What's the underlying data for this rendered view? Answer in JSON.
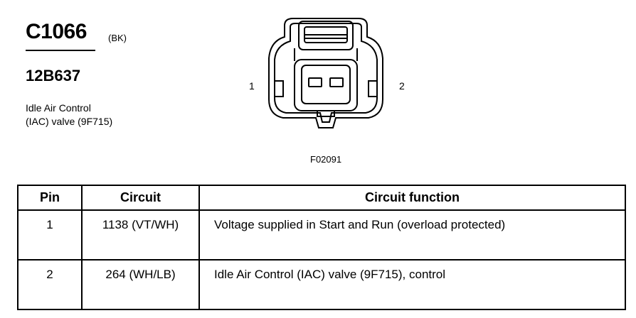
{
  "connector": {
    "code": "C1066",
    "color": "(BK)",
    "part_number": "12B637",
    "description_lines": [
      "Idle Air Control",
      "(IAC) valve (9F715)"
    ],
    "pin_labels": [
      "1",
      "2"
    ],
    "figure_id": "F02091"
  },
  "table": {
    "headers": [
      "Pin",
      "Circuit",
      "Circuit function"
    ],
    "rows": [
      {
        "pin": "1",
        "circuit": "1138 (VT/WH)",
        "function": "Voltage supplied in Start and Run (overload protected)"
      },
      {
        "pin": "2",
        "circuit": "264 (WH/LB)",
        "function": "Idle Air Control (IAC) valve (9F715), control"
      }
    ]
  }
}
